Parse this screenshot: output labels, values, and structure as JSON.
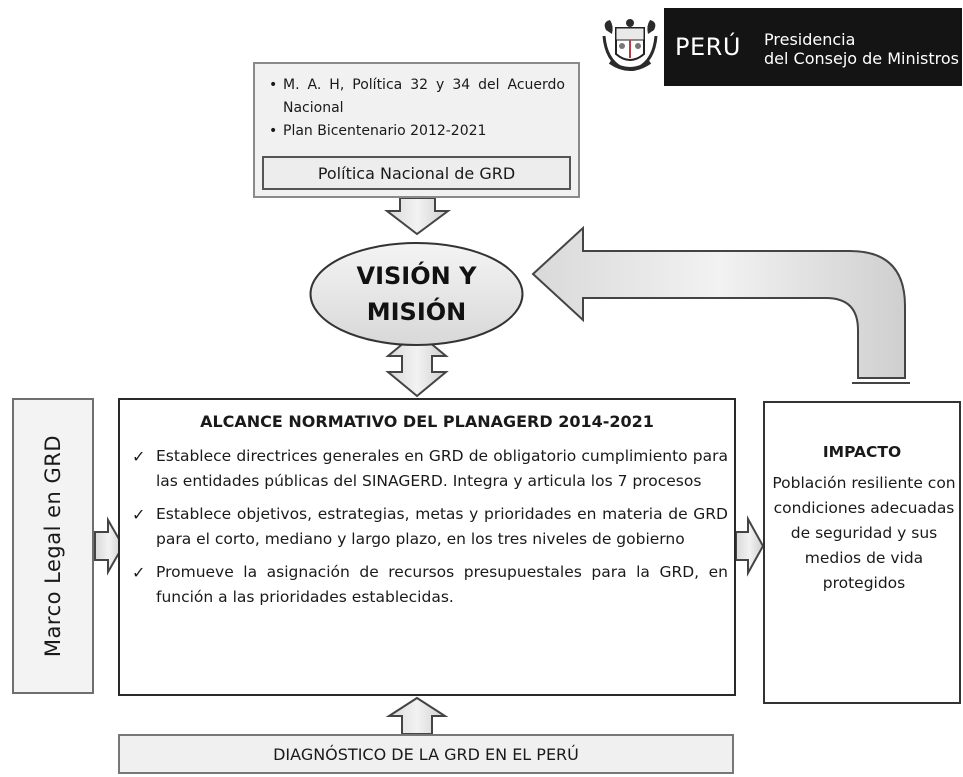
{
  "header": {
    "country": "PERÚ",
    "institution_line1": "Presidencia",
    "institution_line2": "del Consejo de Ministros"
  },
  "sources": {
    "items": [
      "M. A. H, Política 32 y 34 del Acuerdo Nacional",
      "Plan Bicentenario 2012-2021"
    ],
    "policy_label": "Política Nacional de GRD"
  },
  "vision": {
    "line1": "VISIÓN Y",
    "line2": "MISIÓN"
  },
  "legal_frame": {
    "label": "Marco Legal en GRD"
  },
  "scope": {
    "title": "ALCANCE NORMATIVO DEL PLANAGERD 2014-2021",
    "check_symbol": "✓",
    "items": [
      "Establece directrices generales en GRD de obligatorio cumplimiento para las entidades públicas del SINAGERD. Integra y articula los 7 procesos",
      "Establece objetivos, estrategias, metas y prioridades en materia de GRD para el corto, mediano y largo plazo, en los tres niveles de gobierno",
      "Promueve la asignación de recursos presupuestales para la GRD, en función a las prioridades establecidas."
    ]
  },
  "impact": {
    "title": "IMPACTO",
    "text": "Población resiliente con condiciones adecuadas de seguridad y sus medios de vida protegidos"
  },
  "diagnosis": {
    "label": "DIAGNÓSTICO DE LA GRD EN EL PERÚ"
  },
  "colors": {
    "arrow_fill": "#e6e6e6",
    "arrow_stroke": "#444444",
    "ellipse_fill": "#e9e9e9",
    "header_bg": "#141414",
    "shield_red": "#b0413e"
  }
}
